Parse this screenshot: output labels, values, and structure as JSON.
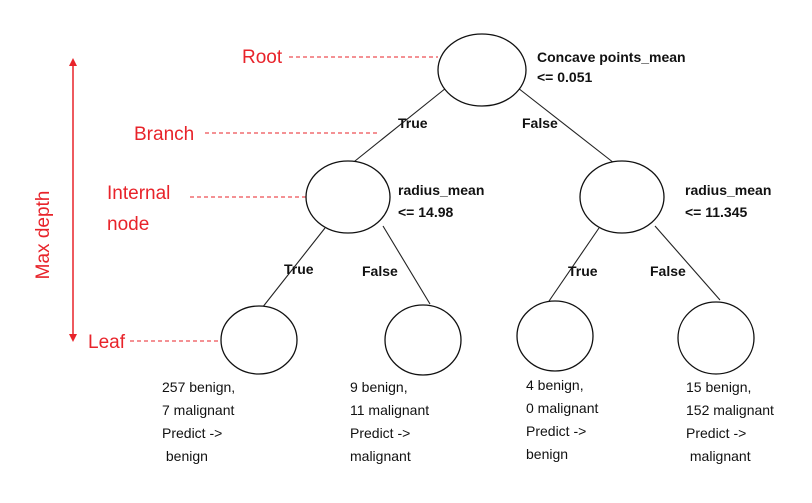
{
  "colors": {
    "annotation": "#e8232a",
    "ink": "#111111"
  },
  "annotations": {
    "root": "Root",
    "branch": "Branch",
    "internal_node_line1": "Internal",
    "internal_node_line2": "node",
    "leaf": "Leaf",
    "max_depth": "Max depth"
  },
  "tree": {
    "root": {
      "condition_line1": "Concave points_mean",
      "condition_line2": "<= 0.051"
    },
    "left": {
      "condition_line1": "radius_mean",
      "condition_line2": "<= 14.98"
    },
    "right": {
      "condition_line1": "radius_mean",
      "condition_line2": "<= 11.345"
    },
    "edge_labels": {
      "root_true": "True",
      "root_false": "False",
      "left_true": "True",
      "left_false": "False",
      "right_true": "True",
      "right_false": "False"
    },
    "leaves": [
      {
        "line1": "257 benign,",
        "line2": "7 malignant",
        "line3": "Predict ->",
        "line4": " benign"
      },
      {
        "line1": "9 benign,",
        "line2": "11 malignant",
        "line3": "Predict ->",
        "line4": "malignant"
      },
      {
        "line1": "4 benign,",
        "line2": "0 malignant",
        "line3": "Predict ->",
        "line4": "benign"
      },
      {
        "line1": "15 benign,",
        "line2": "152 malignant",
        "line3": "Predict ->",
        "line4": " malignant"
      }
    ]
  }
}
